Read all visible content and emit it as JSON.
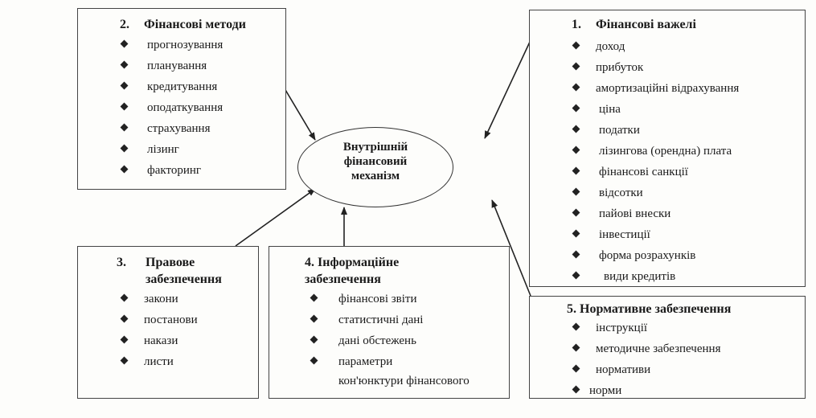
{
  "center": {
    "lines": [
      "Внутрішній",
      "фінансовий",
      "механізм"
    ]
  },
  "box1": {
    "number": "1.",
    "title": "Фінансові важелі",
    "items": [
      "доход",
      "прибуток",
      "амортизаційні відрахування",
      "ціна",
      "податки",
      "лізингова (орендна) плата",
      "фінансові санкції",
      "відсотки",
      "пайові внески",
      "інвестиції",
      "форма розрахунків",
      "види кредитів"
    ]
  },
  "box2": {
    "number": "2.",
    "title": "Фінансові методи",
    "items": [
      "прогнозування",
      "планування",
      "кредитування",
      "оподаткування",
      "страхування",
      "лізинг",
      "факторинг"
    ]
  },
  "box3": {
    "number": "3.",
    "title_line1": "Правове",
    "title_line2": "забезпечення",
    "items": [
      "закони",
      "постанови",
      "накази",
      "листи"
    ]
  },
  "box4": {
    "title_line1": "4. Інформаційне",
    "title_line2": "забезпечення",
    "items": [
      "фінансові звіти",
      "статистичні дані",
      "дані обстежень",
      "параметри"
    ],
    "item4_line2": "кон'юнктури фінансового"
  },
  "box5": {
    "title": "5. Нормативне забезпечення",
    "items": [
      "інструкції",
      "методичне забезпечення",
      "нормативи",
      "норми"
    ]
  }
}
